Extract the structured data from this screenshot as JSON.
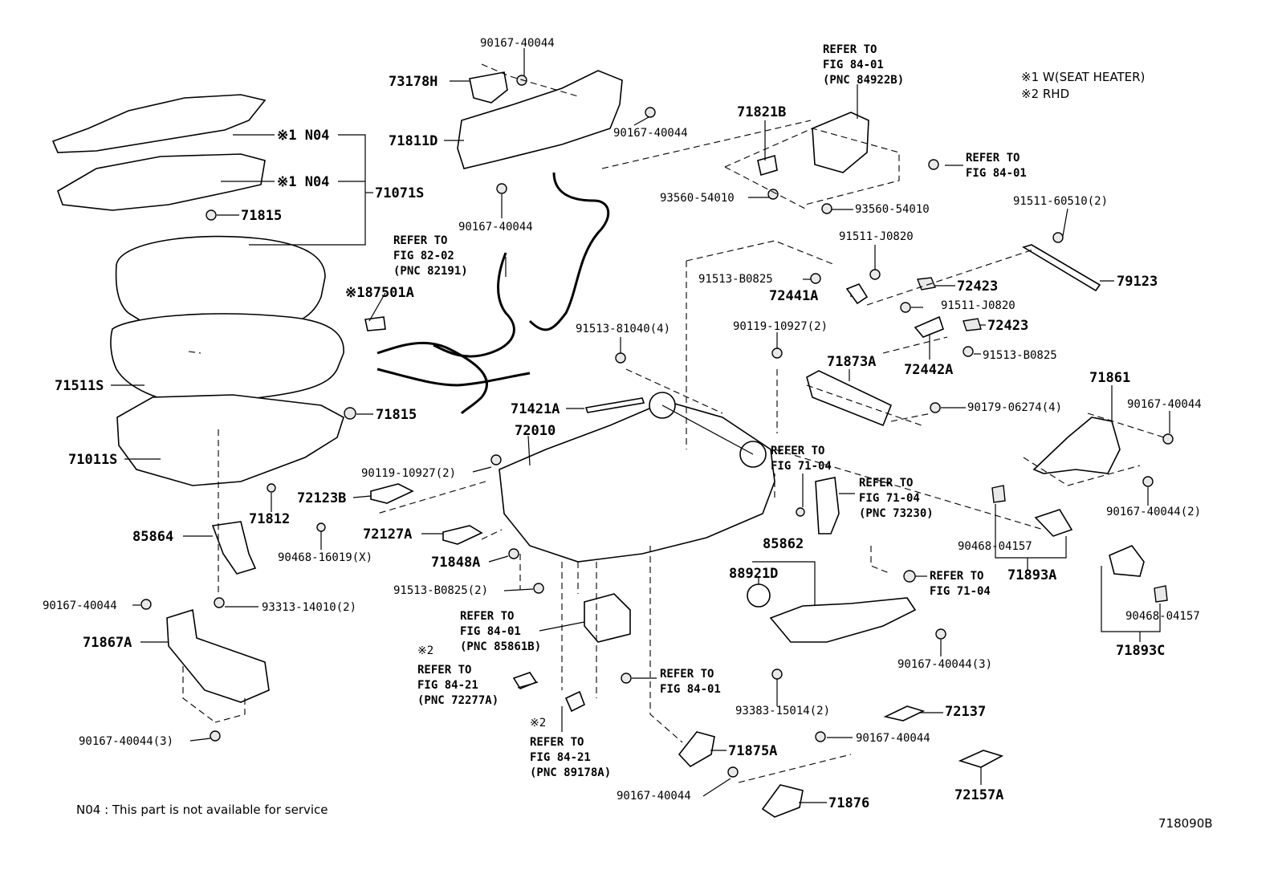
{
  "legend": {
    "item1": "※1  W(SEAT HEATER)",
    "item2": "※2  RHD"
  },
  "footer": {
    "note": "N04 : This part is not available for service",
    "figure_code": "718090B"
  },
  "labels": {
    "p90167_40044_top": "90167-40044",
    "p73178H": "73178H",
    "p71811D": "71811D",
    "p90167_40044_r1": "90167-40044",
    "p90167_40044_b1": "90167-40044",
    "p_ref_84_01_a1": "REFER TO",
    "p_ref_84_01_a2": "FIG 84-01",
    "p_ref_84_01_a3": "(PNC 84922B)",
    "p71821B": "71821B",
    "p_ref_84_01_b1": "REFER TO",
    "p_ref_84_01_b2": "FIG 84-01",
    "p93560_54010_a": "93560-54010",
    "p93560_54010_b": "93560-54010",
    "p91511_60510": "91511-60510(2)",
    "p91511_J0820_a": "91511-J0820",
    "p91513_B0825_a": "91513-B0825",
    "p72441A": "72441A",
    "p72423_a": "72423",
    "p79123": "79123",
    "p91511_J0820_b": "91511-J0820",
    "p72423_b": "72423",
    "p91513_B0825_b": "91513-B0825",
    "p72442A": "72442A",
    "p_n04_1": "※1 N04",
    "p_n04_2": "※1 N04",
    "p71071S": "71071S",
    "p71815_a": "71815",
    "p_ref_82_02_1": "REFER TO",
    "p_ref_82_02_2": "FIG 82-02",
    "p_ref_82_02_3": "(PNC 82191)",
    "p87501A": "※187501A",
    "p71511S": "71511S",
    "p71815_b": "71815",
    "p71011S": "71011S",
    "p91513_81040": "91513-81040(4)",
    "p90119_10927_a": "90119-10927(2)",
    "p71873A": "71873A",
    "p71861": "71861",
    "p90167_40044_r2": "90167-40044",
    "p90179_06274": "90179-06274(4)",
    "p71421A": "71421A",
    "p72010": "72010",
    "p90119_10927_b": "90119-10927(2)",
    "p_ref_71_04_a1": "REFER TO",
    "p_ref_71_04_a2": "FIG 71-04",
    "p_ref_71_04_b1": "REFER TO",
    "p_ref_71_04_b2": "FIG 71-04",
    "p_ref_71_04_b3": "(PNC 73230)",
    "p72123B": "72123B",
    "p71812": "71812",
    "p85864": "85864",
    "p90468_16019": "90468-16019(X)",
    "p72127A": "72127A",
    "p71848A": "71848A",
    "p90167_40044_r3": "90167-40044(2)",
    "p90468_04157_a": "90468-04157",
    "p71893A": "71893A",
    "p85862": "85862",
    "p88921D": "88921D",
    "p_ref_71_04_c1": "REFER TO",
    "p_ref_71_04_c2": "FIG 71-04",
    "p90468_04157_b": "90468-04157",
    "p71893C": "71893C",
    "p90167_40044_l1": "90167-40044",
    "p93313_14010": "93313-14010(2)",
    "p91513_B0825_c": "91513-B0825(2)",
    "p71867A": "71867A",
    "p_ref_85861_1": "REFER TO",
    "p_ref_85861_2": "FIG 84-01",
    "p_ref_85861_3": "(PNC 85861B)",
    "p90167_40044_3a": "90167-40044(3)",
    "p_ref_84_01_c1": "REFER TO",
    "p_ref_84_01_c2": "FIG 84-01",
    "p_ref_84_21_a0": "※2",
    "p_ref_84_21_a1": "REFER TO",
    "p_ref_84_21_a2": "FIG 84-21",
    "p_ref_84_21_a3": "(PNC 72277A)",
    "p93383_15014": "93383-15014(2)",
    "p72137": "72137",
    "p90167_40044_m": "90167-40044",
    "p_ref_84_21_b0": "※2",
    "p_ref_84_21_b1": "REFER TO",
    "p_ref_84_21_b2": "FIG 84-21",
    "p_ref_84_21_b3": "(PNC 89178A)",
    "p71875A": "71875A",
    "p90167_40044_3b": "90167-40044(3)",
    "p90167_40044_bb": "90167-40044",
    "p71876": "71876",
    "p72157A": "72157A"
  }
}
